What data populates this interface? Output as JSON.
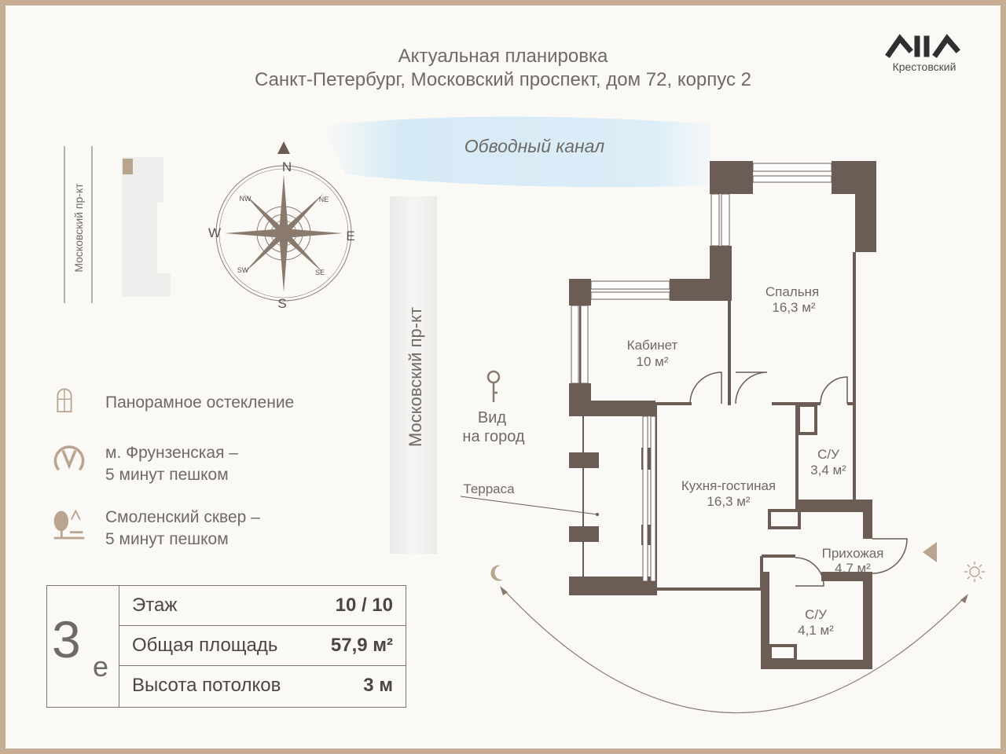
{
  "header": {
    "title": "Актуальная планировка",
    "address": "Санкт-Петербург,  Московский проспект, дом 72, корпус 2"
  },
  "logo": {
    "text": "Крестовский"
  },
  "map": {
    "canal_label": "Обводный канал",
    "street_label_small": "Московский пр-кт",
    "street_label_big": "Московский пр-кт",
    "view_label_line1": "Вид",
    "view_label_line2": "на город"
  },
  "compass": {
    "n": "N",
    "s": "S",
    "e": "E",
    "w": "W",
    "ne": "NE",
    "nw": "NW",
    "se": "SE",
    "sw": "SW"
  },
  "legend": [
    {
      "icon": "window-icon",
      "text": "Панорамное остекление"
    },
    {
      "icon": "metro-icon",
      "line1": "м. Фрунзенская –",
      "line2": "5 минут пешком"
    },
    {
      "icon": "park-icon",
      "line1": "Смоленский сквер –",
      "line2": "5 минут пешком"
    }
  ],
  "apartment": {
    "type_num": "3",
    "type_sub": "е",
    "rows": [
      {
        "label": "Этаж",
        "value": "10 / 10"
      },
      {
        "label": "Общая площадь",
        "value": "57,9 м²"
      },
      {
        "label": "Высота потолков",
        "value": "3 м"
      }
    ]
  },
  "rooms": {
    "bedroom": {
      "name": "Спальня",
      "area": "16,3 м²"
    },
    "study": {
      "name": "Кабинет",
      "area": "10 м²"
    },
    "kitchen": {
      "name": "Кухня-гостиная",
      "area": "16,3 м²"
    },
    "bath1": {
      "name": "С/У",
      "area": "3,4 м²"
    },
    "hall": {
      "name": "Прихожая",
      "area": "4,7 м²"
    },
    "bath2": {
      "name": "С/У",
      "area": "4,1 м²"
    },
    "terrace": {
      "name": "Терраса"
    }
  },
  "colors": {
    "wall": "#6b5d55",
    "text": "#6e6a66",
    "accent": "#b9a48f",
    "frame": "#c8ad95",
    "canal": "#d6eaf6"
  }
}
